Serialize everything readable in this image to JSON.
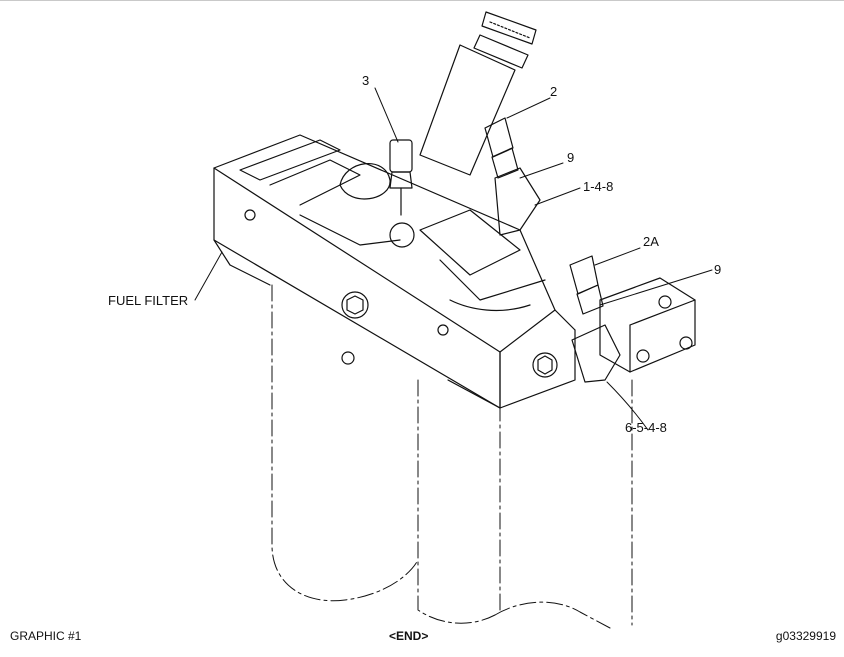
{
  "callouts": {
    "c3": "3",
    "c2": "2",
    "c9a": "9",
    "c148": "1-4-8",
    "c2a": "2A",
    "c9b": "9",
    "c6548": "6-5-4-8",
    "fuel_filter": "FUEL FILTER"
  },
  "footer": {
    "left": "GRAPHIC #1",
    "center": "<END>",
    "right": "g03329919"
  }
}
